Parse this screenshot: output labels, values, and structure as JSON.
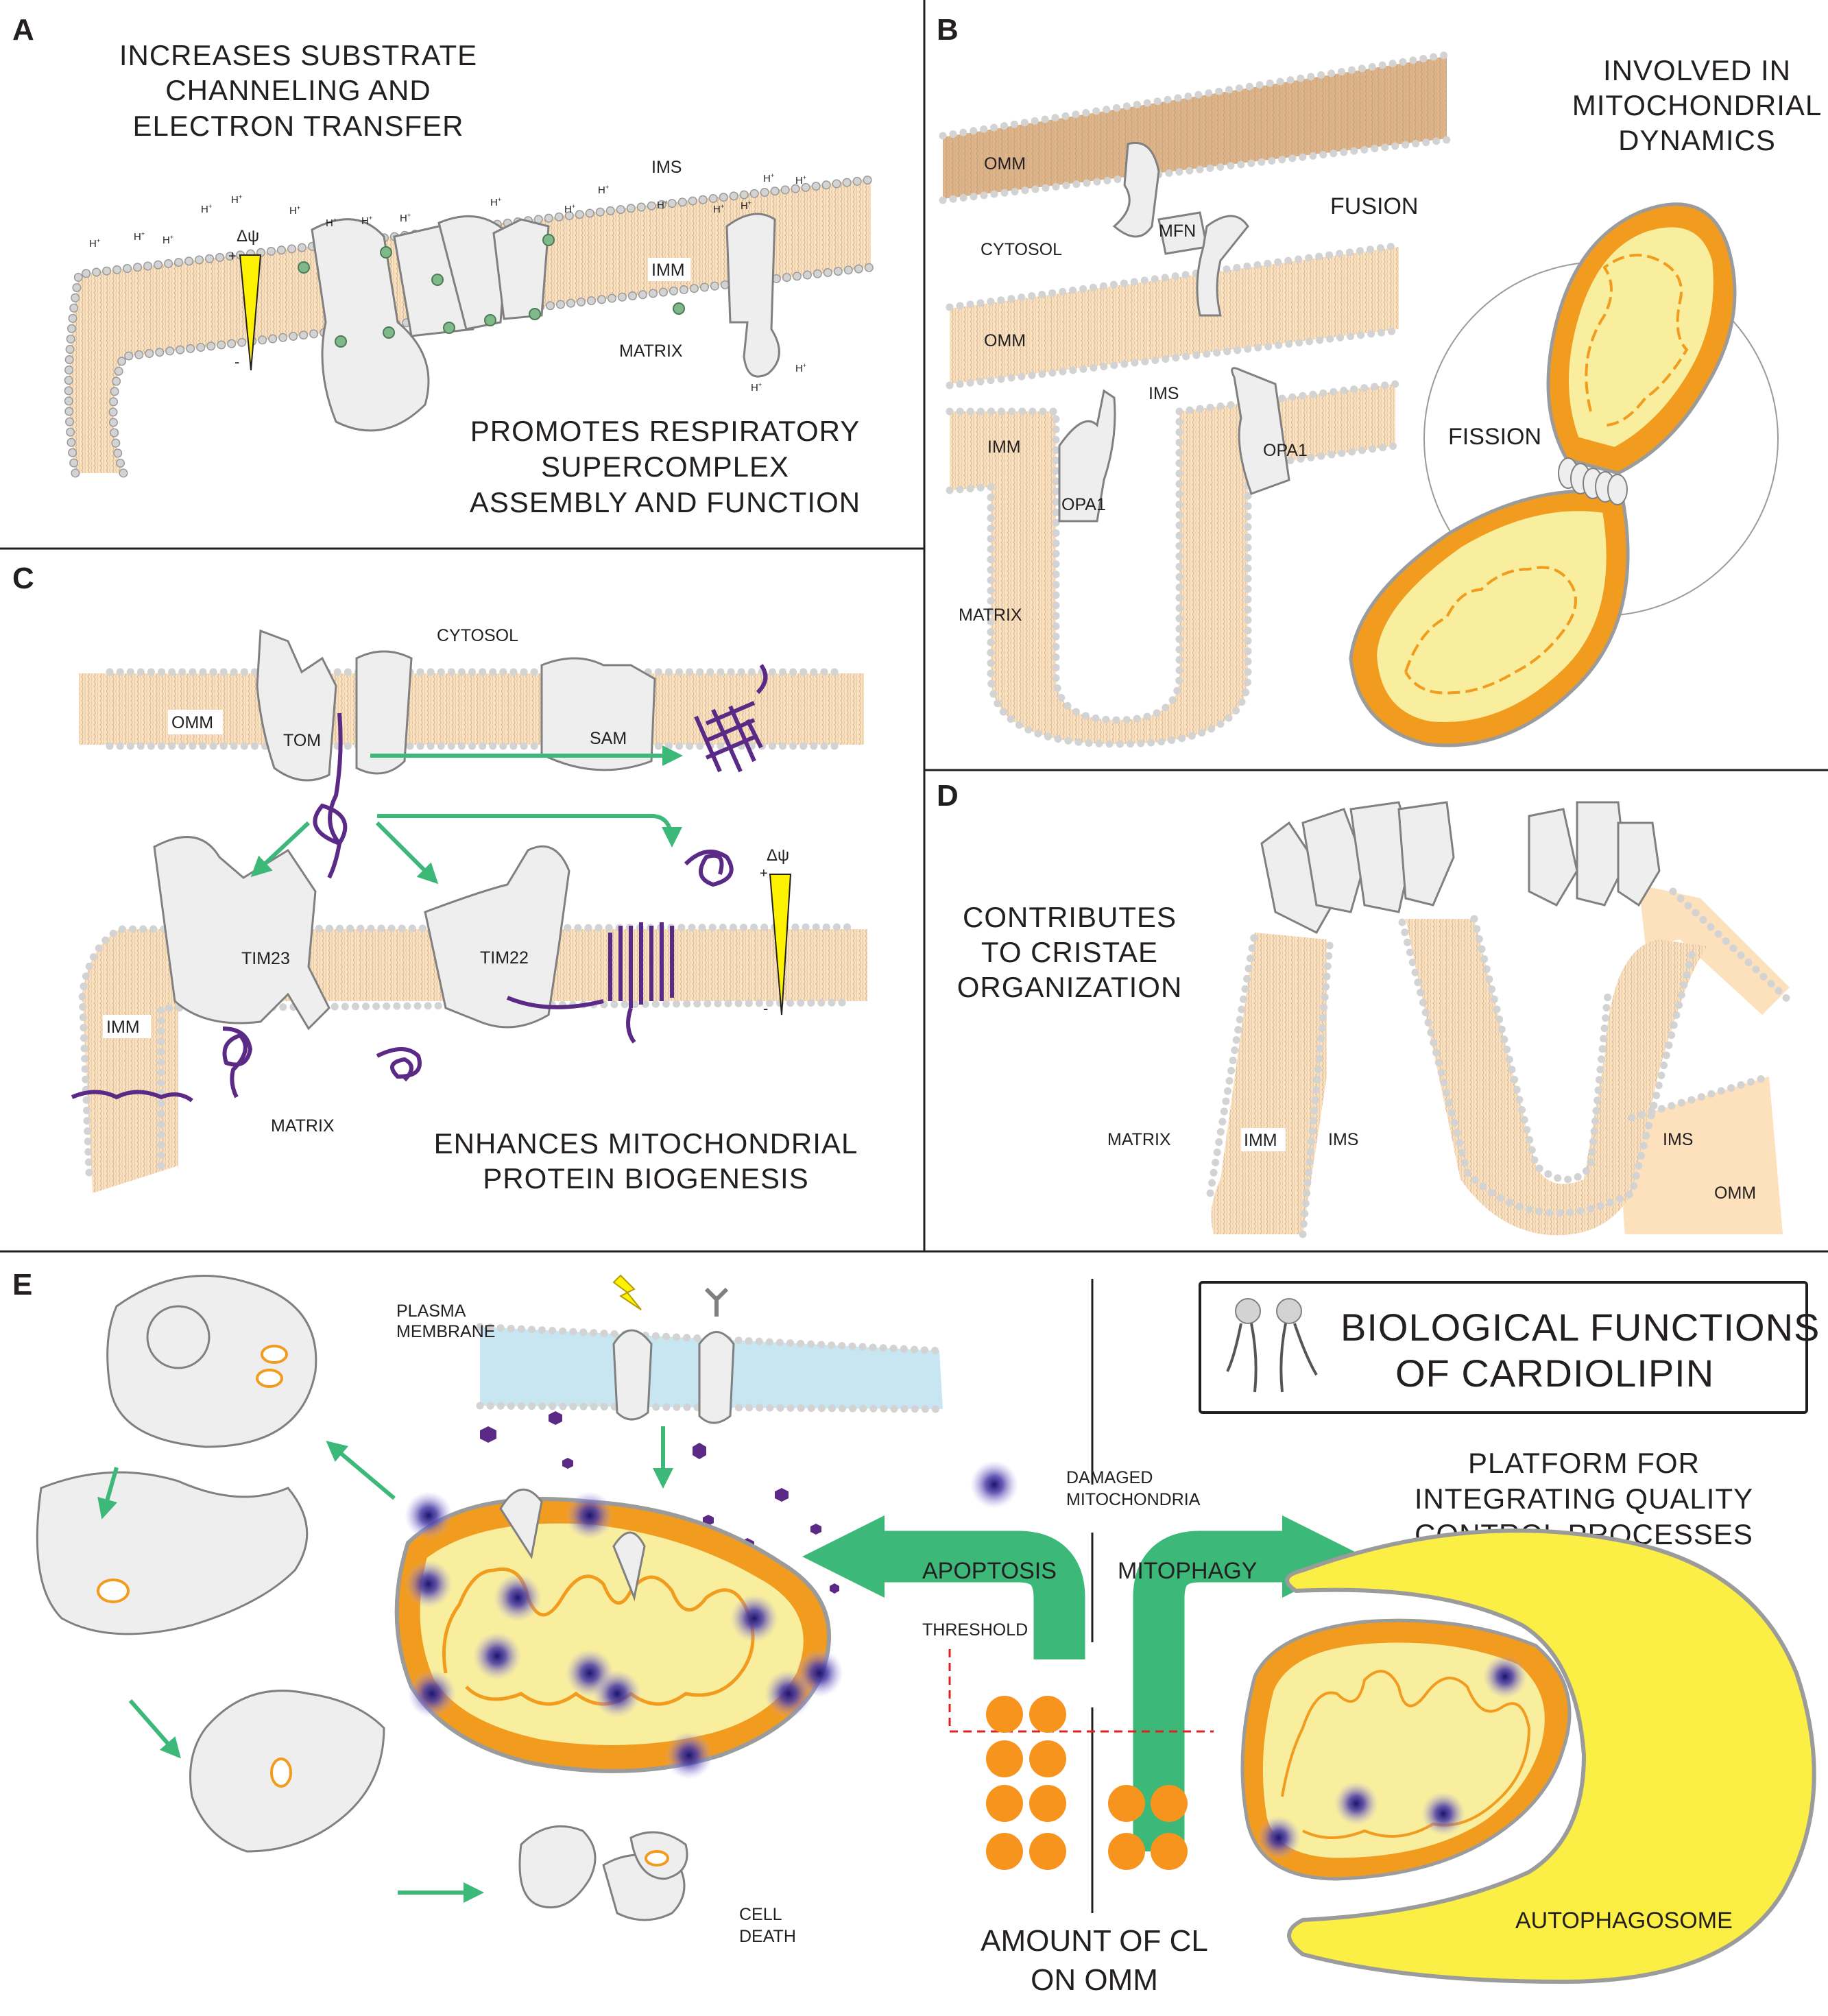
{
  "colors": {
    "membrane_fill": "#fde0bc",
    "omm_fill": "#e0b486",
    "protein_fill": "#eeeeee",
    "protein_stroke": "#808080",
    "lipid_head": "#d3d3d3",
    "cardiolipin_head": "#7fb98a",
    "arrow_green": "#3cb878",
    "purple_protein": "#5b2a86",
    "mito_outer": "#f29c1f",
    "mito_inner": "#f8ee9e",
    "autophagosome": "#fbee45",
    "plasma_membrane": "#c8e6f2",
    "threshold_line": "#e02020",
    "cl_dot": "#f7941d",
    "damage_glow": "#3a2a9a"
  },
  "panels": {
    "a": {
      "letter": "A",
      "heading": [
        "INCREASES SUBSTRATE",
        "CHANNELING AND",
        "ELECTRON TRANSFER"
      ],
      "footer": [
        "PROMOTES RESPIRATORY",
        "SUPERCOMPLEX",
        "ASSEMBLY AND FUNCTION"
      ],
      "ims": "IMS",
      "imm": "IMM",
      "matrix": "MATRIX",
      "proton": "H",
      "delta_psi": "Δψ",
      "plus": "+",
      "minus": "-"
    },
    "b": {
      "letter": "B",
      "heading": [
        "INVOLVED IN",
        "MITOCHONDRIAL",
        "DYNAMICS"
      ],
      "omm": "OMM",
      "cytosol": "CYTOSOL",
      "mfn": "MFN",
      "fusion": "FUSION",
      "ims": "IMS",
      "imm": "IMM",
      "opa1": "OPA1",
      "fission": "FISSION",
      "matrix": "MATRIX"
    },
    "c": {
      "letter": "C",
      "cytosol": "CYTOSOL",
      "omm": "OMM",
      "tom": "TOM",
      "sam": "SAM",
      "tim23": "TIM23",
      "tim22": "TIM22",
      "imm": "IMM",
      "matrix": "MATRIX",
      "delta_psi": "Δψ",
      "plus": "+",
      "minus": "-",
      "footer": [
        "ENHANCES MITOCHONDRIAL",
        "PROTEIN BIOGENESIS"
      ]
    },
    "d": {
      "letter": "D",
      "heading": [
        "CONTRIBUTES",
        "TO CRISTAE",
        "ORGANIZATION"
      ],
      "matrix": "MATRIX",
      "imm": "IMM",
      "ims": "IMS",
      "omm": "OMM"
    },
    "e": {
      "letter": "E",
      "plasma_membrane": [
        "PLASMA",
        "MEMBRANE"
      ],
      "damaged": [
        "DAMAGED",
        "MITOCHONDRIA"
      ],
      "apoptosis": "APOPTOSIS",
      "mitophagy": "MITOPHAGY",
      "threshold": "THRESHOLD",
      "cell_death": [
        "CELL",
        "DEATH"
      ],
      "amount": [
        "AMOUNT OF CL",
        "ON OMM"
      ],
      "platform": [
        "PLATFORM FOR",
        "INTEGRATING QUALITY",
        "CONTROL PROCESSES"
      ],
      "autophagosome": "AUTOPHAGOSOME",
      "legend_title": [
        "BIOLOGICAL FUNCTIONS",
        "OF CARDIOLIPIN"
      ]
    }
  }
}
